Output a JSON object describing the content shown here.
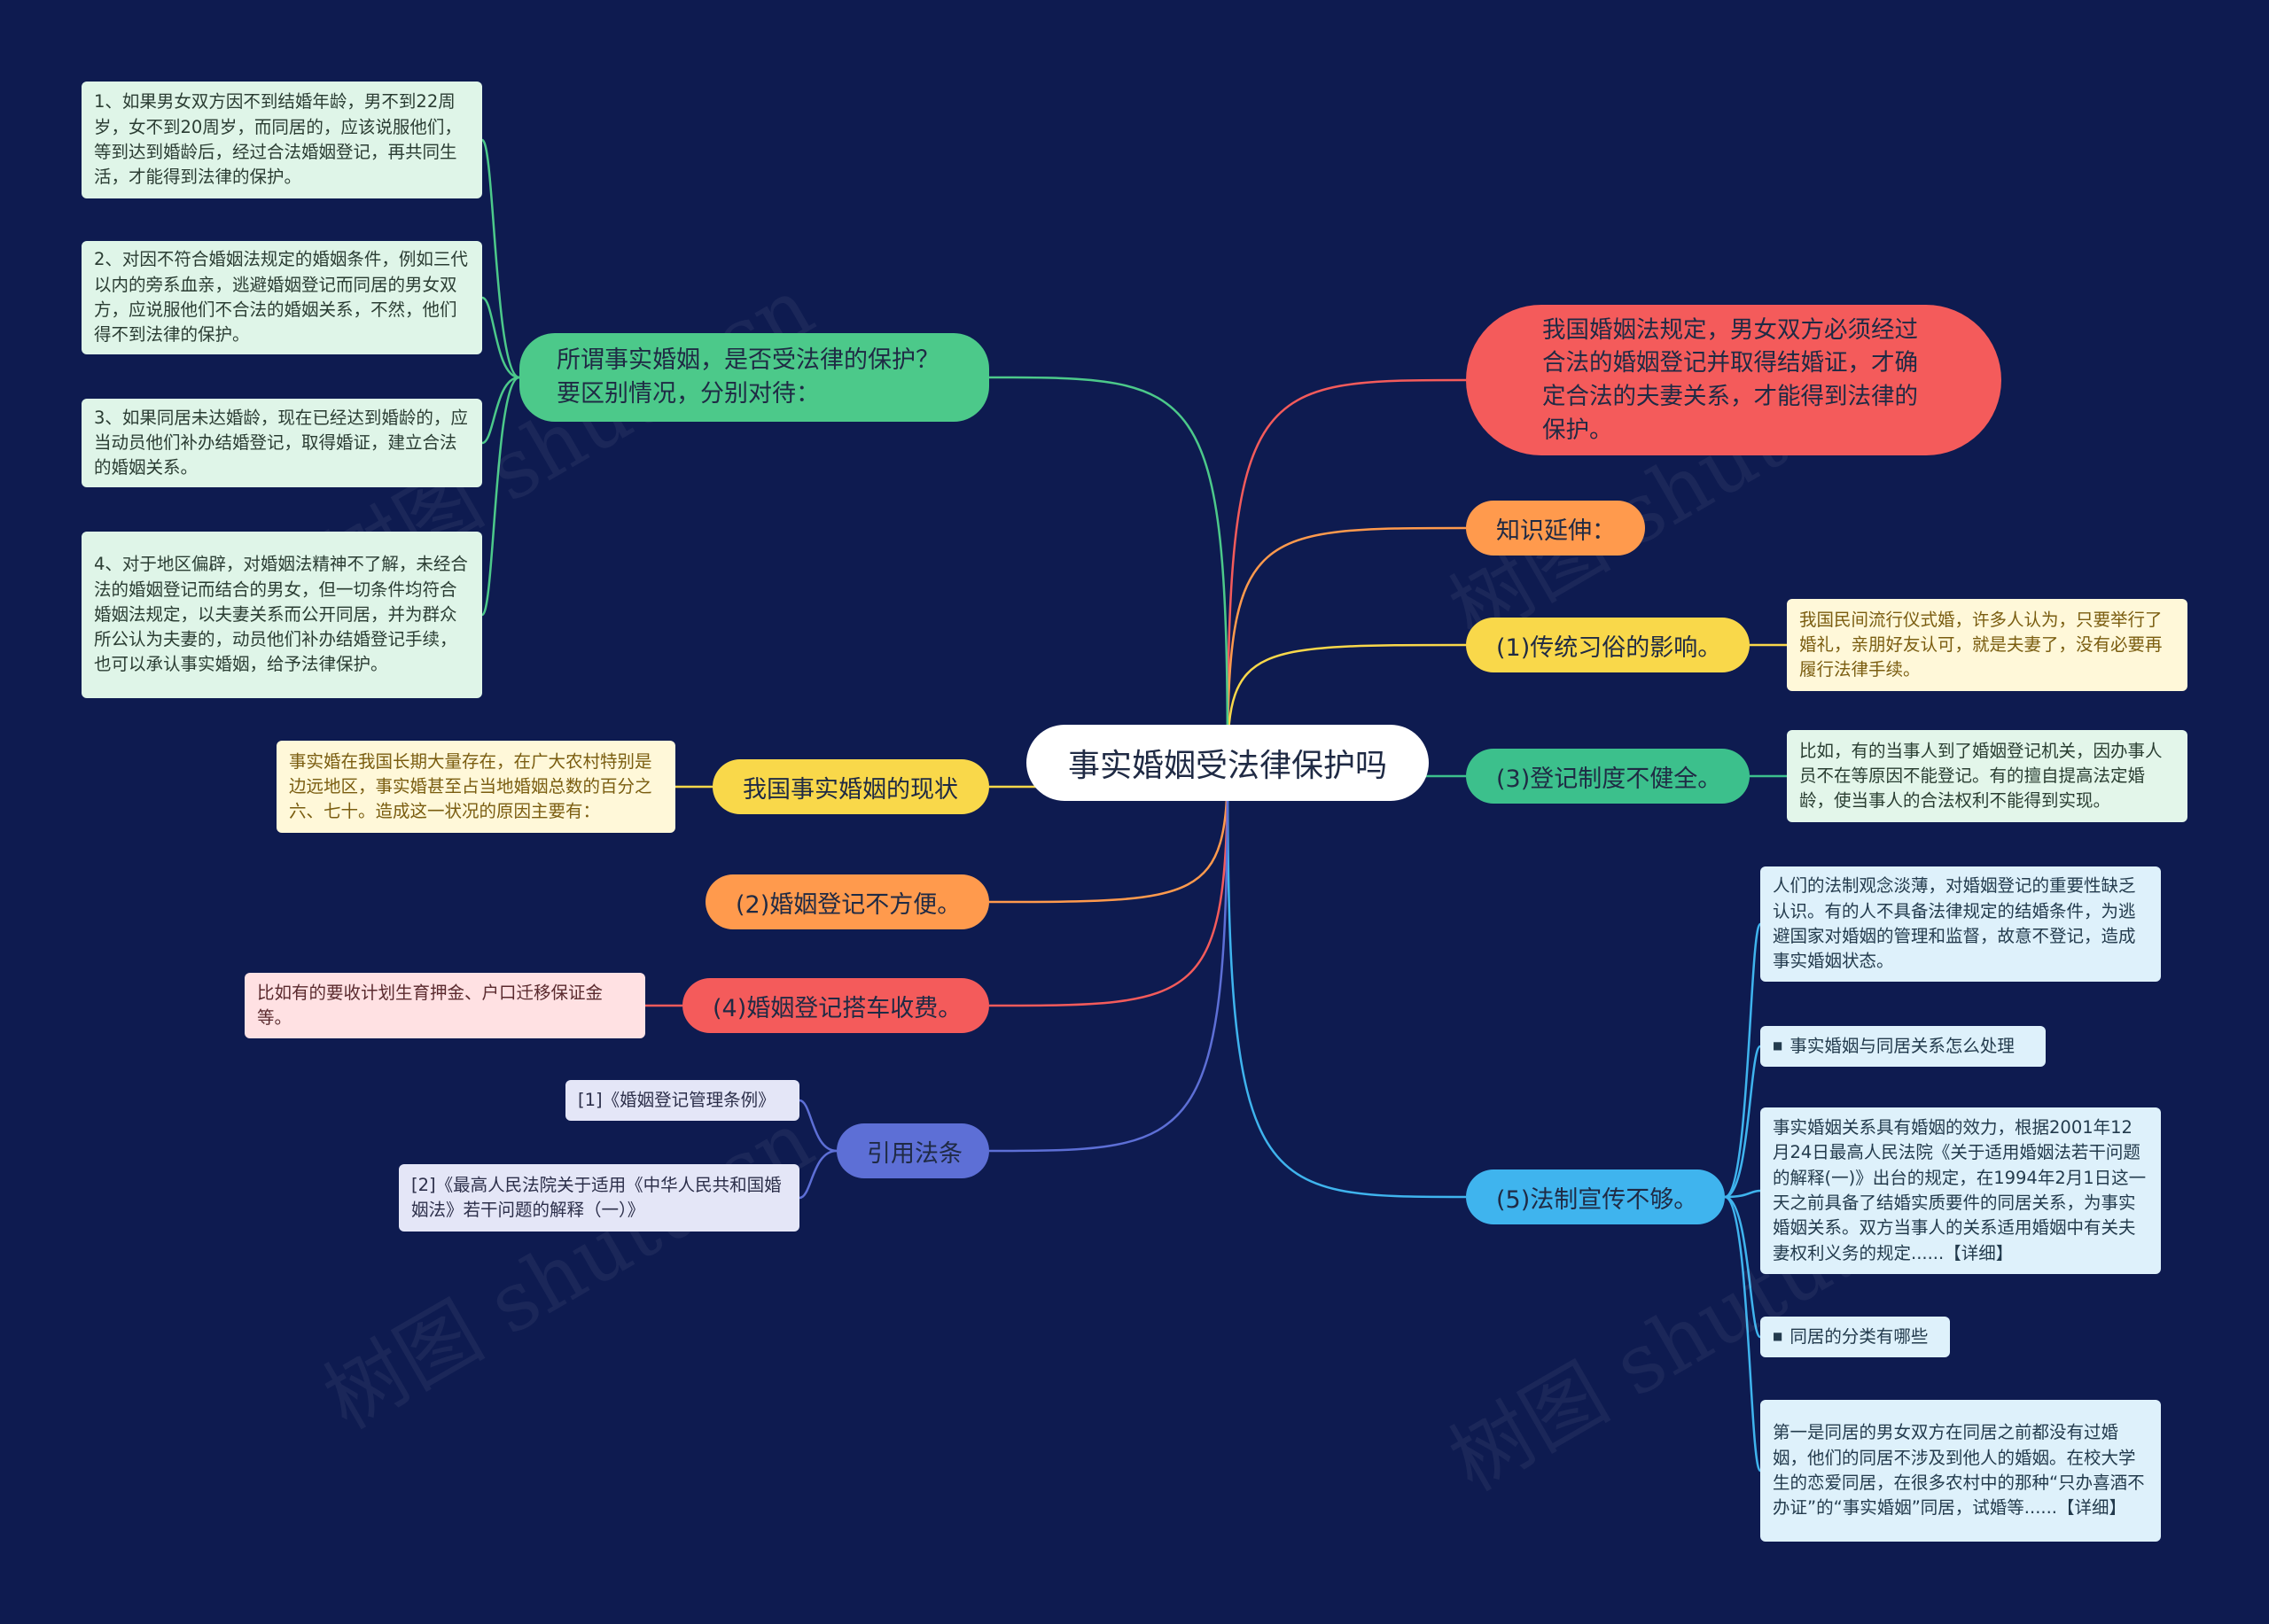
{
  "root": {
    "label": "事实婚姻受法律保护吗"
  },
  "left": {
    "protect": {
      "label": "所谓事实婚姻，是否受法律的保护？要区别情况，分别对待：",
      "notes": [
        "1、如果男女双方因不到结婚年龄，男不到22周岁，女不到20周岁，而同居的，应该说服他们，等到达到婚龄后，经过合法婚姻登记，再共同生活，才能得到法律的保护。",
        "2、对因不符合婚姻法规定的婚姻条件，例如三代以内的旁系血亲，逃避婚姻登记而同居的男女双方，应说服他们不合法的婚姻关系，不然，他们得不到法律的保护。",
        "3、如果同居未达婚龄，现在已经达到婚龄的，应当动员他们补办结婚登记，取得婚证，建立合法的婚姻关系。",
        "4、对于地区偏辟，对婚姻法精神不了解，未经合法的婚姻登记而结合的男女，但一切条件均符合婚姻法规定，以夫妻关系而公开同居，并为群众所公认为夫妻的，动员他们补办结婚登记手续，也可以承认事实婚姻，给予法律保护。"
      ]
    },
    "status": {
      "label": "我国事实婚姻的现状",
      "note": "事实婚在我国长期大量存在，在广大农村特别是边远地区，事实婚甚至占当地婚姻总数的百分之六、七十。造成这一状况的原因主要有："
    },
    "inconvenient": {
      "label": "(2)婚姻登记不方便。"
    },
    "fees": {
      "label": "(4)婚姻登记搭车收费。",
      "note": "比如有的要收计划生育押金、户口迁移保证金等。"
    },
    "citations": {
      "label": "引用法条",
      "items": [
        "[1]《婚姻登记管理条例》",
        "[2]《最高人民法院关于适用《中华人民共和国婚姻法》若干问题的解释（一）》"
      ]
    }
  },
  "right": {
    "law": {
      "label": "我国婚姻法规定，男女双方必须经过合法的婚姻登记并取得结婚证，才确定合法的夫妻关系，才能得到法律的保护。"
    },
    "extend": {
      "label": "知识延伸："
    },
    "custom": {
      "label": "(1)传统习俗的影响。",
      "note": "我国民间流行仪式婚，许多人认为，只要举行了婚礼，亲朋好友认可，就是夫妻了，没有必要再履行法律手续。"
    },
    "registry": {
      "label": "(3)登记制度不健全。",
      "note": "比如，有的当事人到了婚姻登记机关，因办事人员不在等原因不能登记。有的擅自提高法定婚龄，使当事人的合法权利不能得到实现。"
    },
    "publicity": {
      "label": "(5)法制宣传不够。",
      "notes": [
        "人们的法制观念淡薄，对婚姻登记的重要性缺乏认识。有的人不具备法律规定的结婚条件，为逃避国家对婚姻的管理和监督，故意不登记，造成事实婚姻状态。",
        "事实婚姻与同居关系怎么处理",
        "事实婚姻关系具有婚姻的效力，根据2001年12月24日最高人民法院《关于适用婚姻法若干问题的解释(一)》出台的规定，在1994年2月1日这一天之前具备了结婚实质要件的同居关系，为事实婚姻关系。双方当事人的关系适用婚姻中有关夫妻权利义务的规定......【详细】",
        "同居的分类有哪些",
        "第一是同居的男女双方在同居之前都没有过婚姻，他们的同居不涉及到他人的婚姻。在校大学生的恋爱同居，在很多农村中的那种“只办喜酒不办证”的“事实婚姻”同居，试婚等......【详细】"
      ]
    }
  },
  "watermark": {
    "text": "树图 shutu.cn"
  },
  "colors": {
    "background": "#0e1b50",
    "green": "#4cc98a",
    "yellow": "#f9d84a",
    "orange": "#ff9a4d",
    "red": "#f45b5b",
    "indigo": "#5d6fd6",
    "teal": "#3cc08c",
    "blue": "#3fb4ee"
  }
}
